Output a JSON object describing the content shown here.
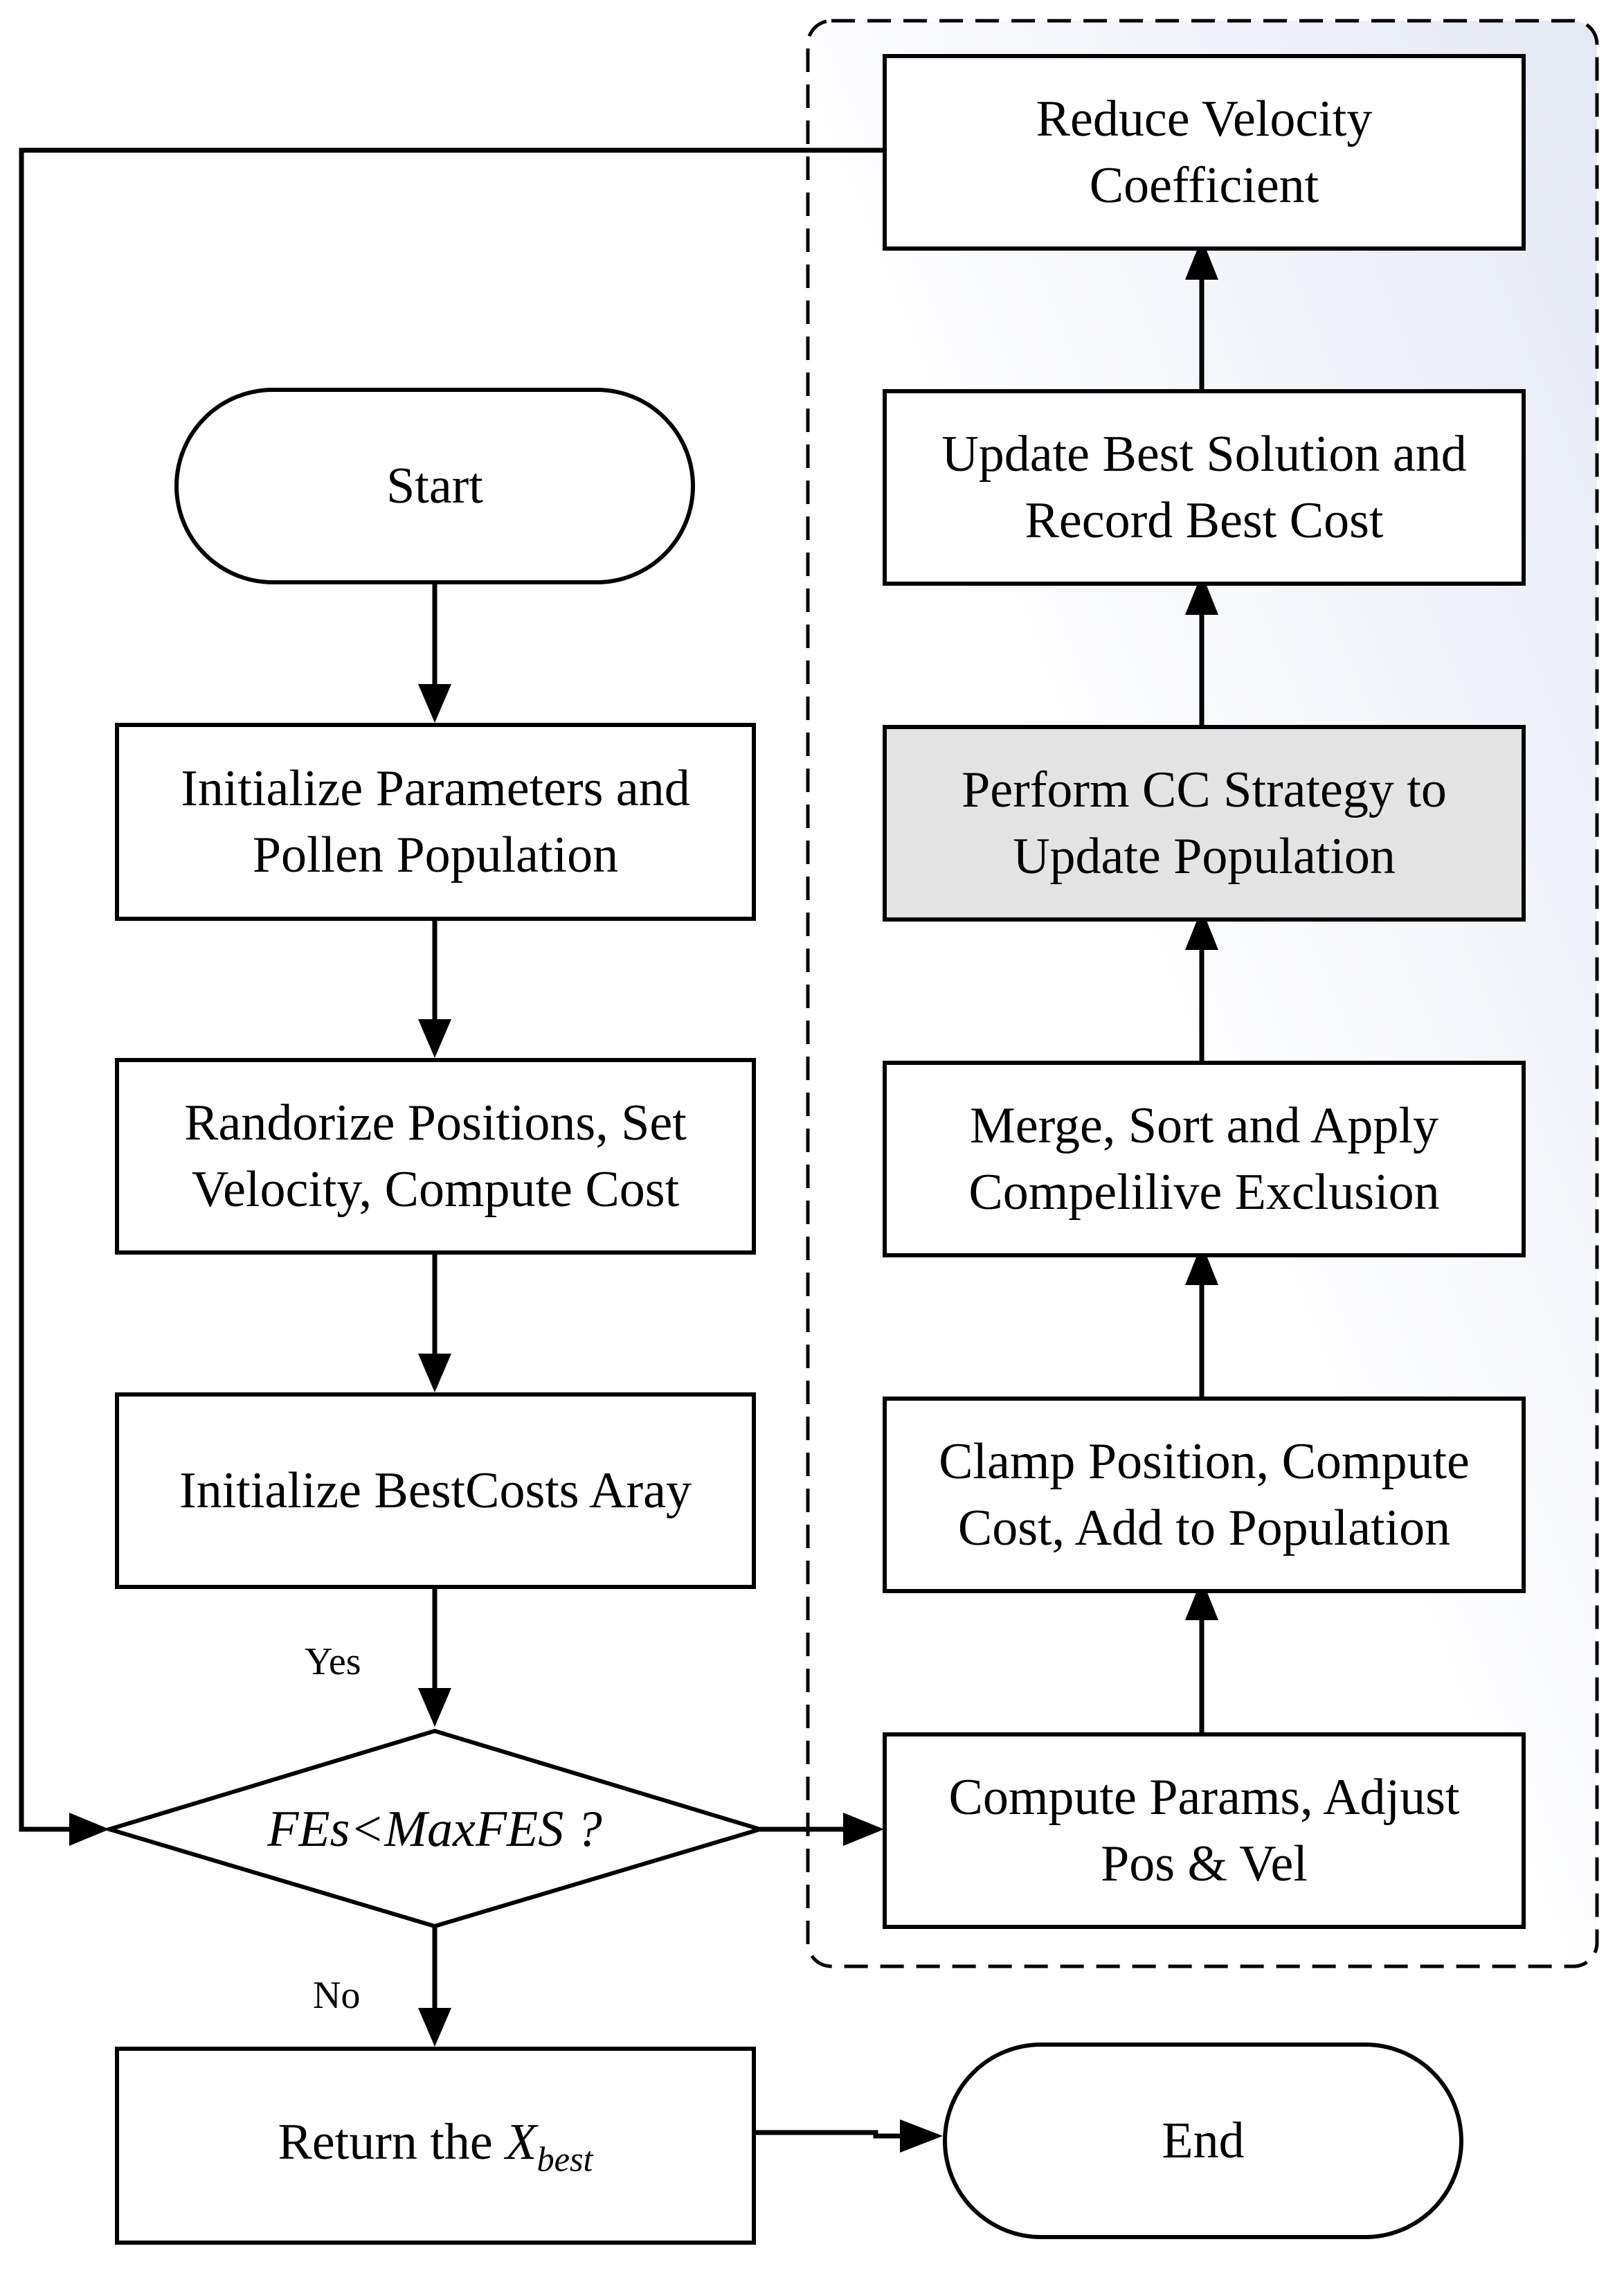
{
  "nodes": {
    "start": "Start",
    "init_params_line1": "Initialize Parameters and",
    "init_params_line2": "Pollen Population",
    "randomize_line1": "Randorize Positions, Set",
    "randomize_line2": "Velocity, Compute Cost",
    "init_bestcosts": "Initialize BestCosts Aray",
    "decision": "FEs<MaxFES ?",
    "return_prefix": "Return the ",
    "return_var": "X",
    "return_sub": "best",
    "end": "End",
    "compute_params_line1": "Compute Params, Adjust",
    "compute_params_line2": "Pos & Vel",
    "clamp_line1": "Clamp Position, Compute",
    "clamp_line2": "Cost, Add to Population",
    "merge_line1": "Merge, Sort and Apply",
    "merge_line2": "Compelilive Exclusion",
    "cc_line1": "Perform CC Strategy to",
    "cc_line2": "Update Population",
    "update_best_line1": "Update Best Solution and",
    "update_best_line2": "Record Best Cost",
    "reduce_line1": "Reduce Velocity",
    "reduce_line2": "Coefficient"
  },
  "edge_labels": {
    "yes": "Yes",
    "no": "No"
  },
  "colors": {
    "stroke": "#000000",
    "shaded_box": "#e3e3e3",
    "panel_gradient_start": "#e4e8f4",
    "panel_gradient_end": "#ffffff"
  }
}
